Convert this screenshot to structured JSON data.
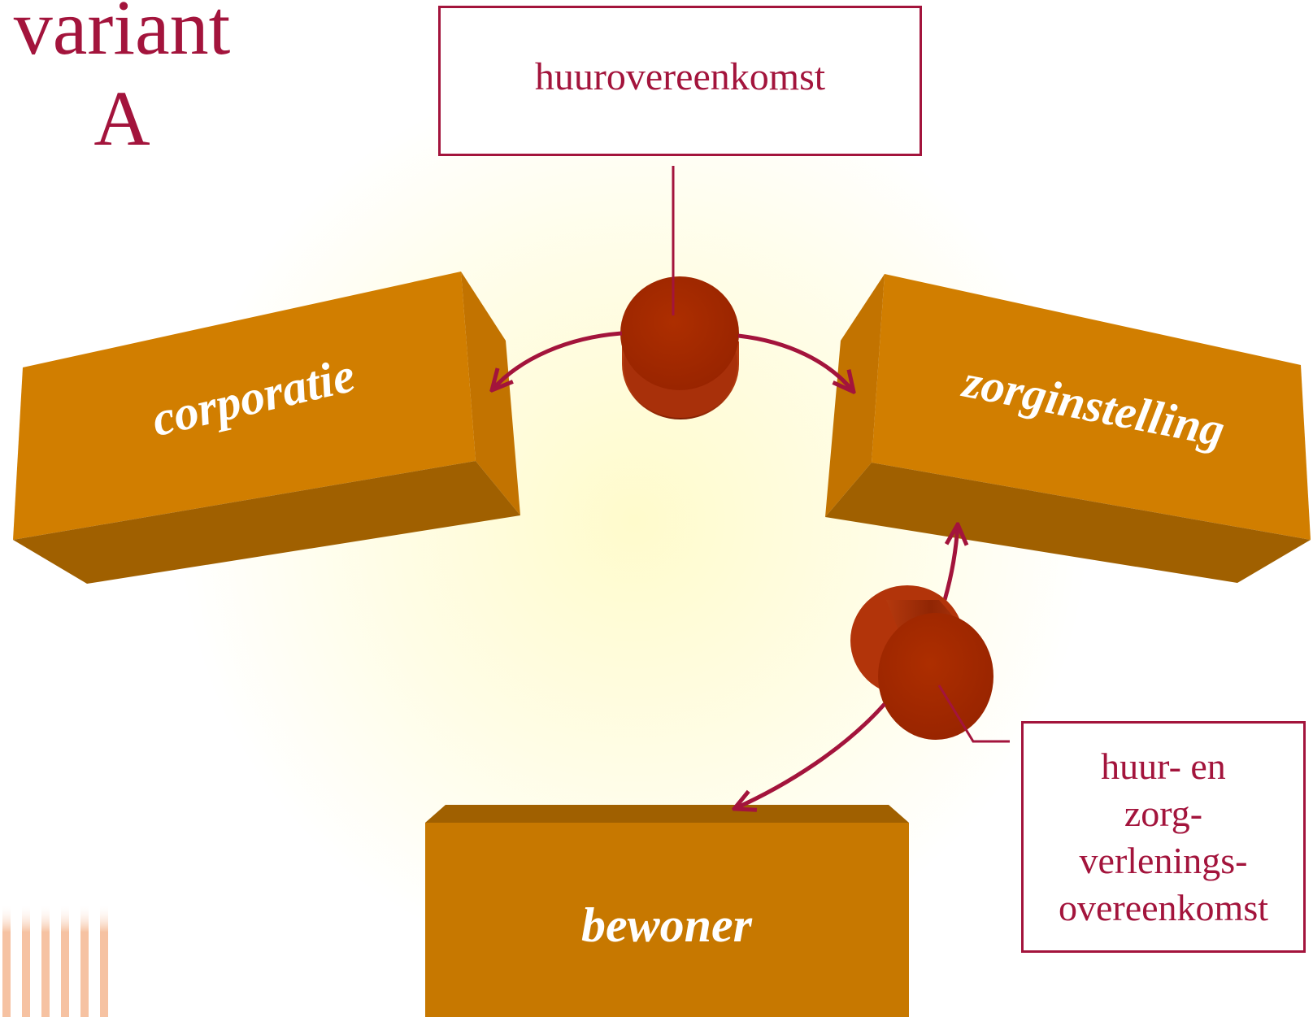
{
  "title": {
    "line1": "variant",
    "line2": "A"
  },
  "top_agreement": {
    "label": "huurovereenkomst"
  },
  "right_agreement": {
    "lines": [
      "huur- en",
      "zorg-",
      "verlenings-",
      "overeenkomst"
    ]
  },
  "blocks": {
    "corporatie": "corporatie",
    "zorginstelling": "zorginstelling",
    "bewoner": "bewoner"
  },
  "colors": {
    "accent": "#a3143c",
    "block_face": "#d17e00",
    "block_shadow": "#a06000",
    "disc": "#9e2600",
    "glow": "#fffbd0"
  }
}
